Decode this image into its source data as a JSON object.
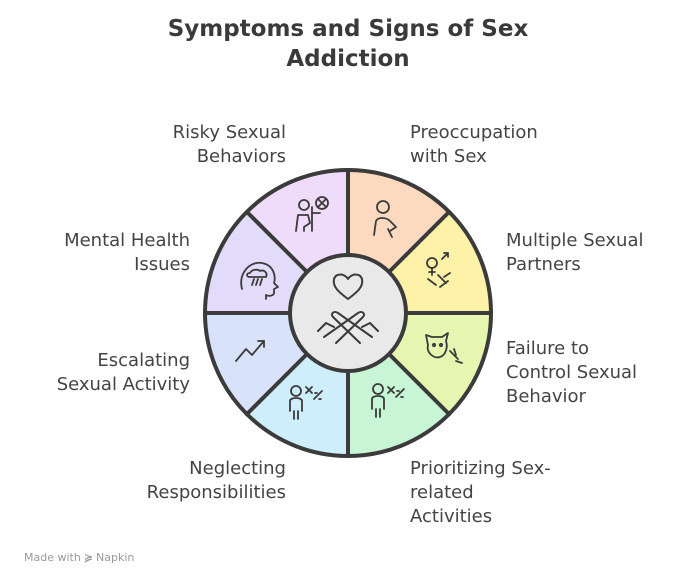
{
  "title": {
    "line1": "Symptoms and Signs of Sex",
    "line2": "Addiction"
  },
  "segments": [
    {
      "lines": [
        "Preoccupation",
        "with Sex"
      ],
      "color": "#fcd9bf",
      "icon": "person-thinking-icon"
    },
    {
      "lines": [
        "Multiple Sexual",
        "Partners"
      ],
      "color": "#fdf2a8",
      "icon": "gender-symbols-icon"
    },
    {
      "lines": [
        "Failure to",
        "Control Sexual",
        "Behavior"
      ],
      "color": "#e6f6b0",
      "icon": "devil-face-icon"
    },
    {
      "lines": [
        "Prioritizing Sex-",
        "related",
        "Activities"
      ],
      "color": "#c9f5d7",
      "icon": "person-priority-icon"
    },
    {
      "lines": [
        "Neglecting",
        "Responsibilities"
      ],
      "color": "#cdeefa",
      "icon": "person-neglect-icon"
    },
    {
      "lines": [
        "Escalating",
        "Sexual Activity"
      ],
      "color": "#d9e2fb",
      "icon": "trend-up-icon"
    },
    {
      "lines": [
        "Mental Health",
        "Issues"
      ],
      "color": "#e2dcfa",
      "icon": "head-storm-icon"
    },
    {
      "lines": [
        "Risky Sexual",
        "Behaviors"
      ],
      "color": "#efdcfb",
      "icon": "risk-person-icon"
    }
  ],
  "center": {
    "color": "#e9e9e9",
    "icon": "heart-crossed-hands-icon"
  },
  "footer": {
    "made_with": "Made with",
    "brand": "Napkin"
  }
}
